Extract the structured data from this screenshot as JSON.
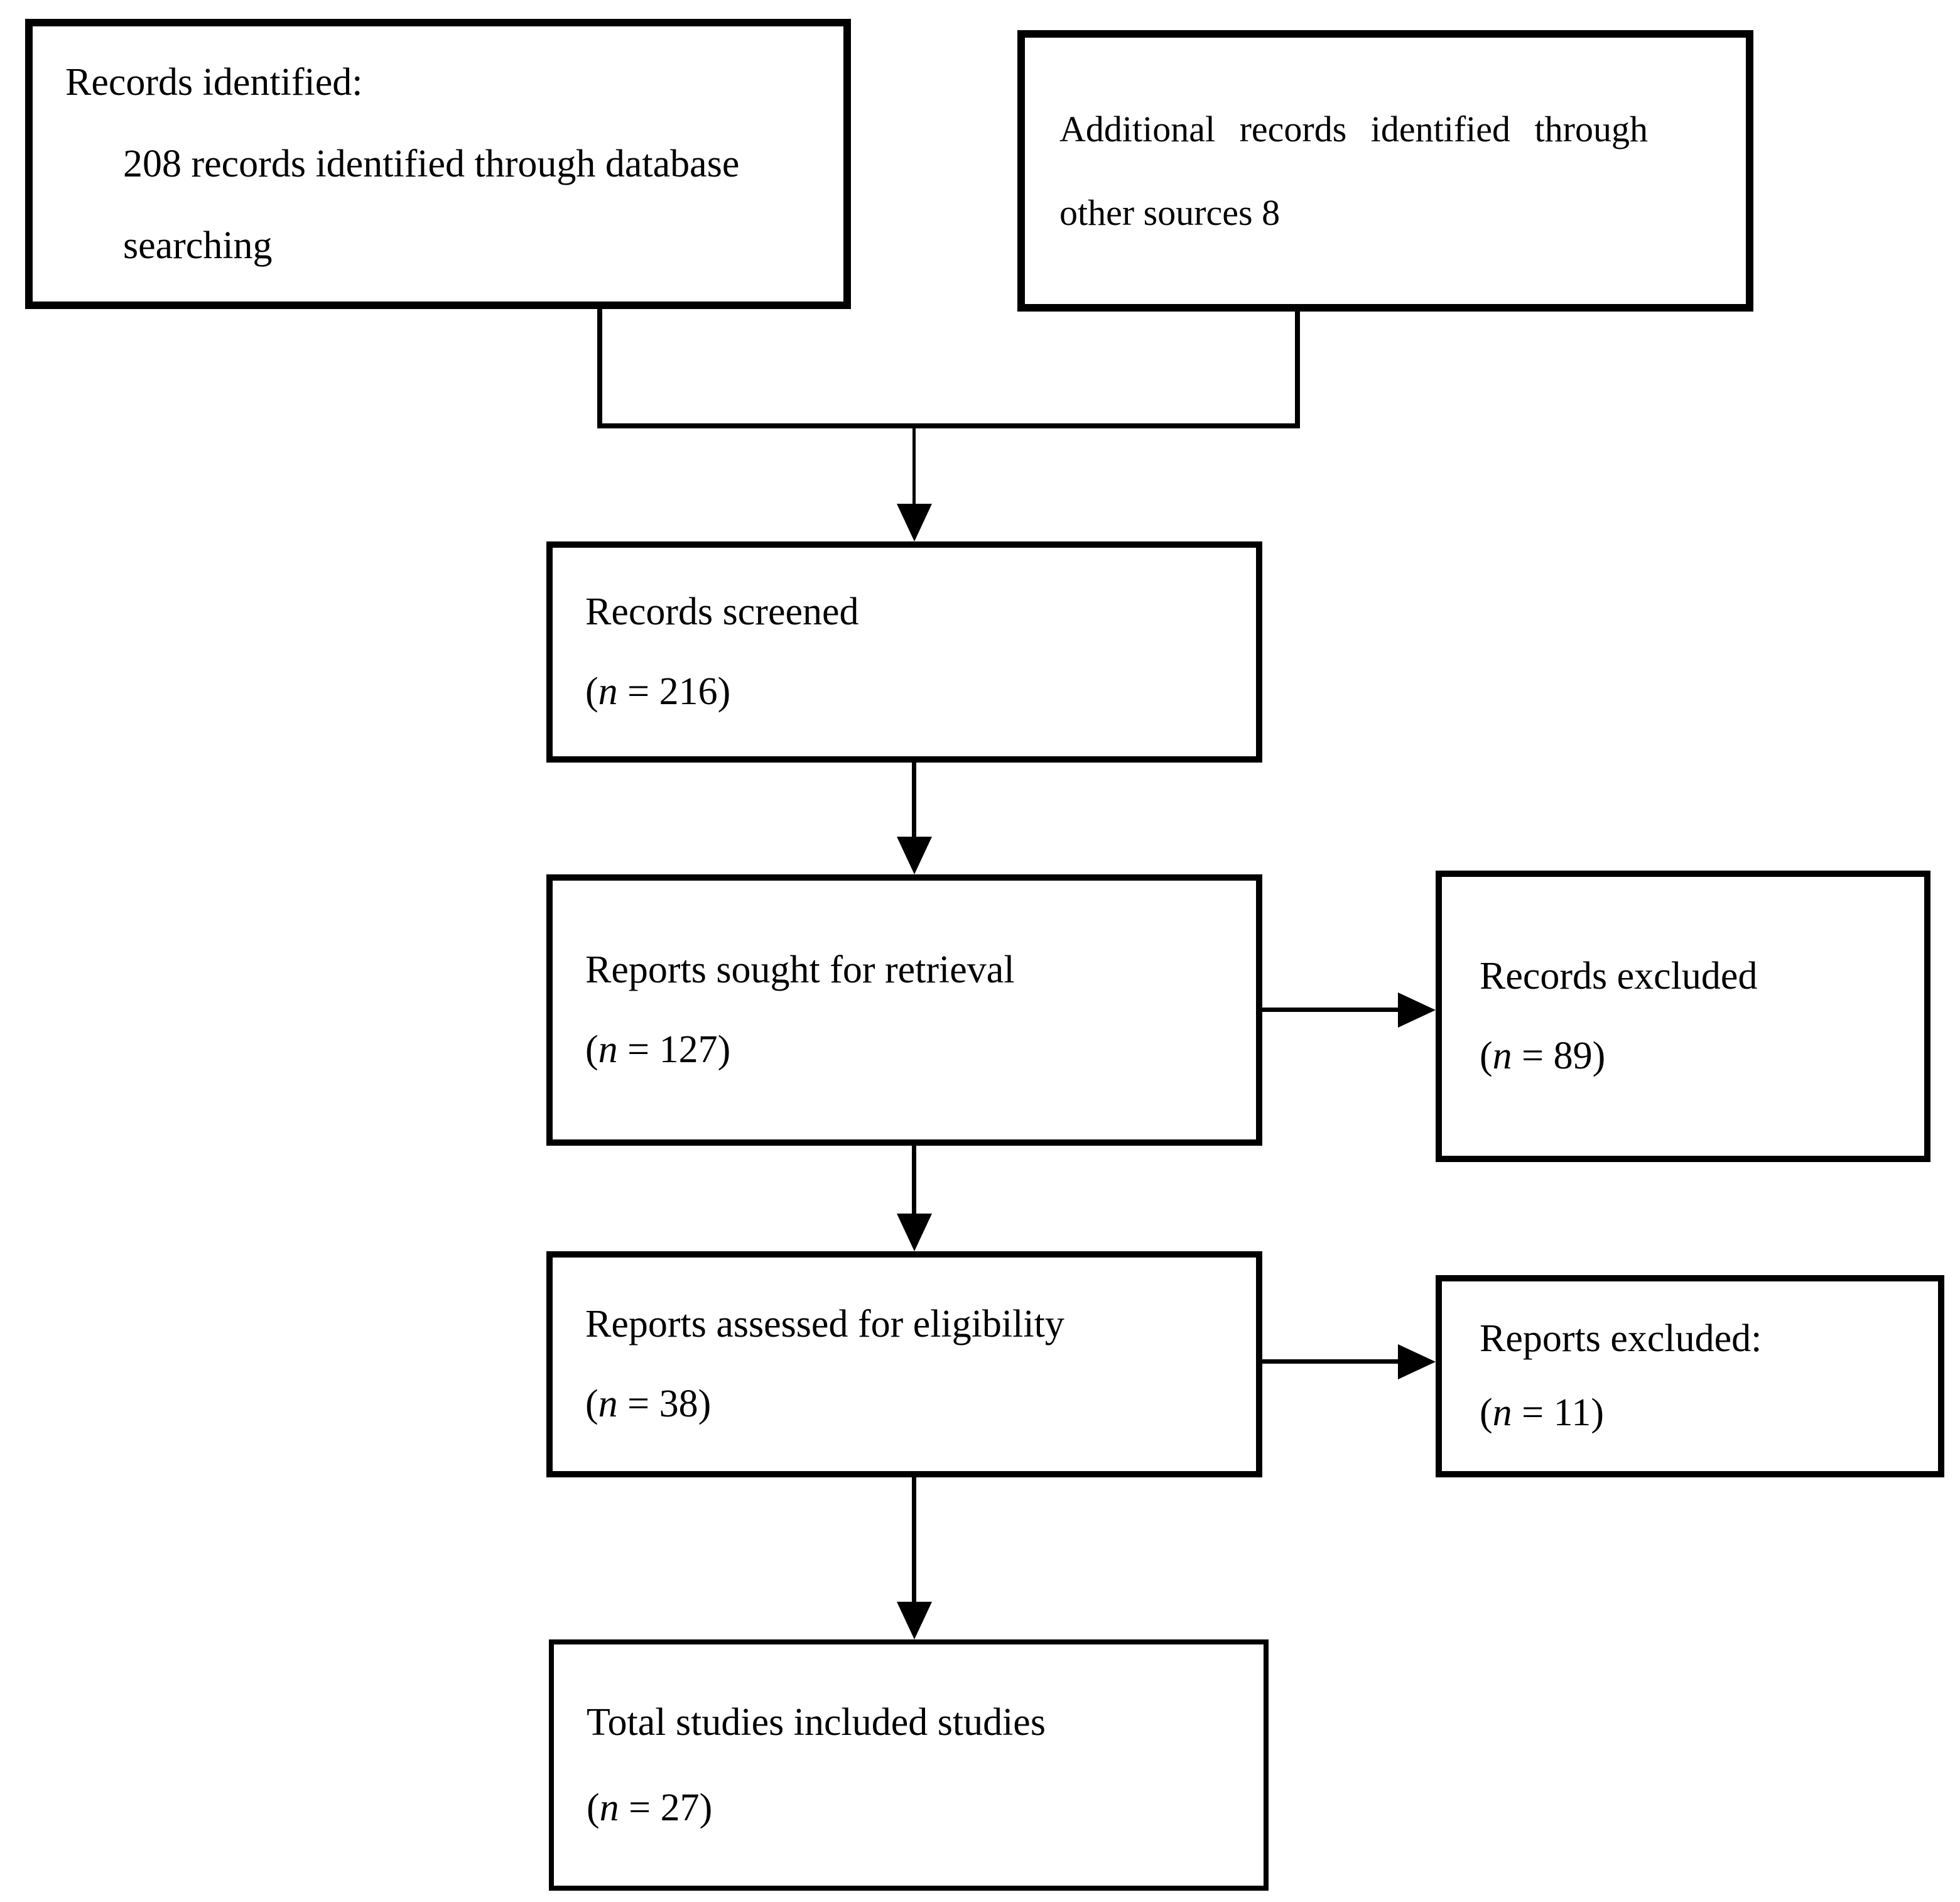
{
  "colors": {
    "line": "#000000",
    "text": "#000000",
    "background": "#ffffff"
  },
  "boxes": {
    "records_identified": {
      "line1": "Records identified:",
      "line2": "208 records identified through database",
      "line3": "searching"
    },
    "additional_records": {
      "line1": "Additional records identified through",
      "line2": "other sources 8"
    },
    "records_screened": {
      "title": "Records screened",
      "count": "(n = 216)"
    },
    "reports_sought": {
      "title": "Reports sought for retrieval",
      "count": "(n = 127)"
    },
    "records_excluded": {
      "title": "Records excluded",
      "count": "(n = 89)"
    },
    "reports_assessed": {
      "title": "Reports assessed for eligibility",
      "count": "(n = 38)"
    },
    "reports_excluded": {
      "title": "Reports excluded:",
      "count": "(n = 11)"
    },
    "total_included": {
      "title": "Total studies included studies",
      "count": "(n = 27)"
    }
  }
}
